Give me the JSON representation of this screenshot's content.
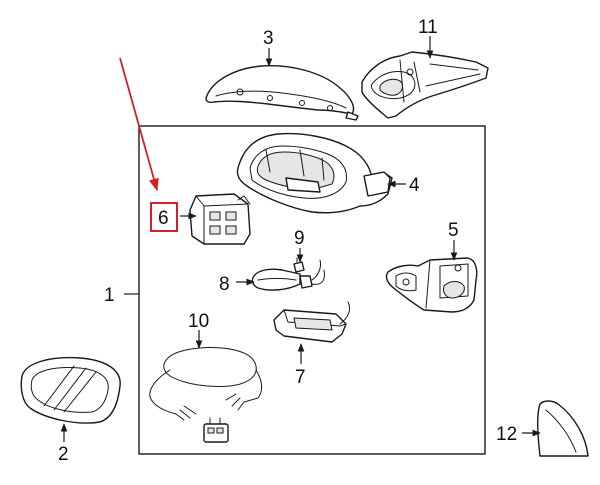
{
  "colors": {
    "line": "#1a1a1a",
    "highlight": "#d31f26",
    "background": "#ffffff"
  },
  "callouts": {
    "c1": "1",
    "c2": "2",
    "c3": "3",
    "c4": "4",
    "c5": "5",
    "c6": "6",
    "c7": "7",
    "c8": "8",
    "c9": "9",
    "c10": "10",
    "c11": "11",
    "c12": "12"
  },
  "highlighted_callout": "6"
}
